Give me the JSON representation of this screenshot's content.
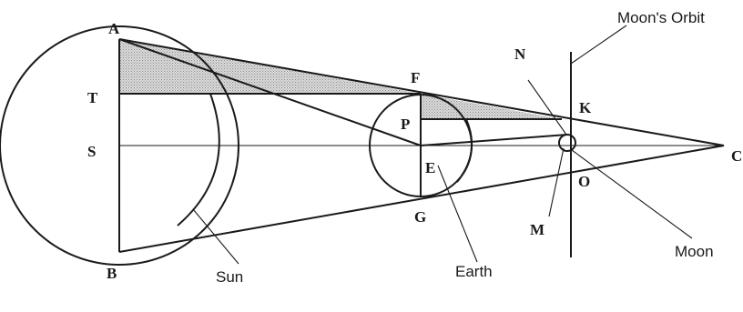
{
  "figure": {
    "points": {
      "A": "A",
      "T": "T",
      "S": "S",
      "B": "B",
      "F": "F",
      "P": "P",
      "E": "E",
      "G": "G",
      "N": "N",
      "K": "K",
      "M": "M",
      "O": "O",
      "C": "C"
    },
    "names": {
      "sun": "Sun",
      "earth": "Earth",
      "moon": "Moon",
      "moon_orbit": "Moon's Orbit"
    },
    "colors": {
      "shade": "#bdbdbd",
      "ink": "#1a1a1a"
    }
  }
}
